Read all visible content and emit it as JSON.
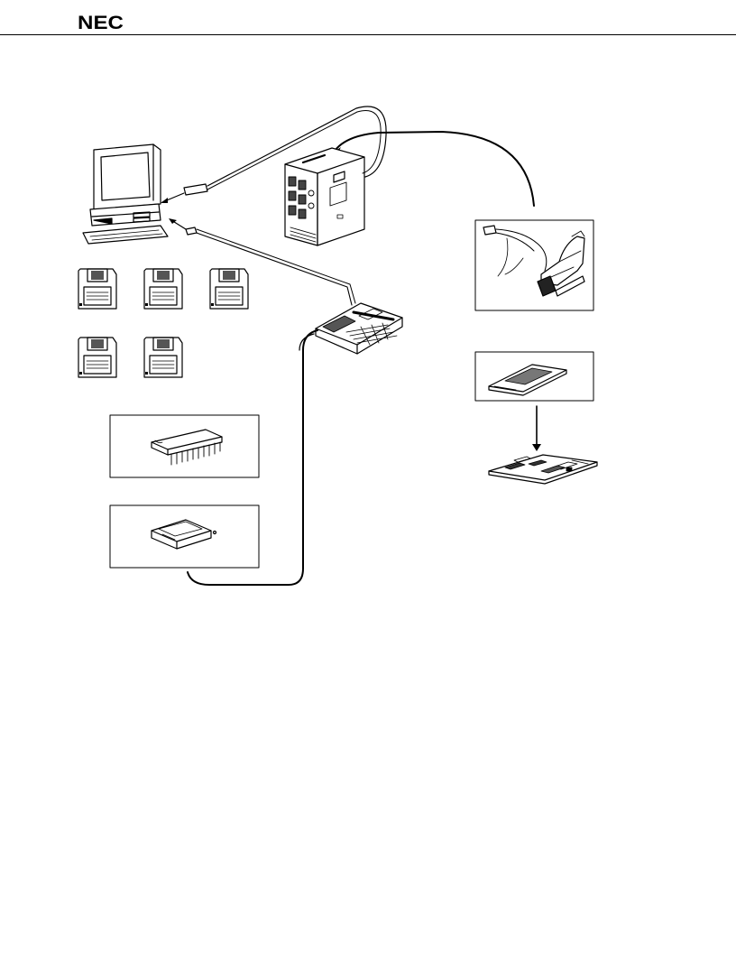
{
  "header": {
    "brand": "NEC",
    "brand_logo": "nec-wordmark"
  },
  "diagram": {
    "components": [
      {
        "id": "host-computer",
        "icon": "desktop-computer-icon"
      },
      {
        "id": "floppy-disks",
        "icon": "floppy-disk-icon",
        "count": 5
      },
      {
        "id": "dip-ic-package",
        "icon": "dip-chip-icon"
      },
      {
        "id": "socket-adapter",
        "icon": "socket-adapter-icon"
      },
      {
        "id": "tower-unit",
        "icon": "tower-case-icon"
      },
      {
        "id": "control-console",
        "icon": "keypad-console-icon"
      },
      {
        "id": "probe-cable",
        "icon": "probe-cable-icon"
      },
      {
        "id": "conversion-socket",
        "icon": "conversion-socket-icon"
      },
      {
        "id": "target-board",
        "icon": "circuit-board-icon"
      }
    ],
    "colors": {
      "line": "#000000",
      "background": "#ffffff"
    }
  }
}
